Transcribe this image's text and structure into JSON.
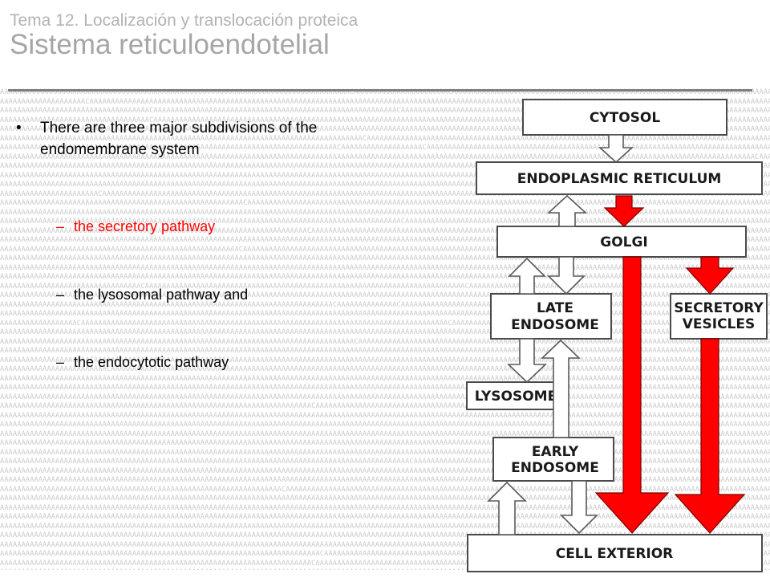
{
  "header": {
    "subtitle": "Tema 12. Localización y translocación proteica",
    "title": "Sistema reticuloendotelial"
  },
  "bullets": {
    "main": "There are three major subdivisions of the endomembrane system",
    "items": [
      {
        "dash": "–",
        "text": "the secretory pathway",
        "color": "#ff0000"
      },
      {
        "dash": "–",
        "text": "the lysosomal pathway and",
        "color": "#000000"
      },
      {
        "dash": "–",
        "text": "the endocytotic pathway",
        "color": "#000000"
      }
    ]
  },
  "diagram": {
    "cytosol": "CYTOSOL",
    "er": "ENDOPLASMIC RETICULUM",
    "golgi": "GOLGI",
    "late_endosome": [
      "LATE",
      "ENDOSOME"
    ],
    "secretory_vesicles": [
      "SECRETORY",
      "VESICLES"
    ],
    "lysosome": "LYSOSOME",
    "early_endosome": [
      "EARLY",
      "ENDOSOME"
    ],
    "cell_exterior": "CELL EXTERIOR",
    "colors": {
      "arrow_red": "#ff0000",
      "box_stroke": "#4a4a4a"
    }
  }
}
